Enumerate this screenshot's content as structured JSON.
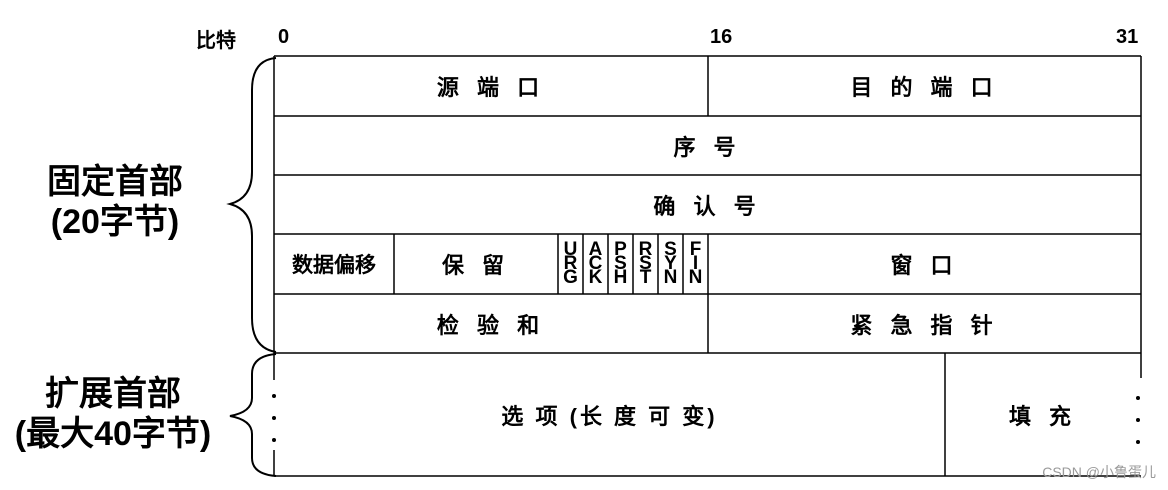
{
  "header": {
    "bit_label": "比特",
    "bit_0": "0",
    "bit_16": "16",
    "bit_31": "31"
  },
  "sections": {
    "fixed_line1": "固定首部",
    "fixed_line2": "(20字节)",
    "ext_line1": "扩展首部",
    "ext_line2": "(最大40字节)"
  },
  "fields": {
    "src_port": "源 端 口",
    "dst_port": "目 的 端 口",
    "seq": "序 号",
    "ack_num": "确 认 号",
    "data_offset": "数据偏移",
    "reserved": "保 留",
    "window": "窗 口",
    "checksum": "检 验 和",
    "urgent_ptr": "紧 急 指 针",
    "options": "选 项 (长 度 可 变)",
    "padding": "填 充"
  },
  "flags": [
    [
      "U",
      "R",
      "G"
    ],
    [
      "A",
      "C",
      "K"
    ],
    [
      "P",
      "S",
      "H"
    ],
    [
      "R",
      "S",
      "T"
    ],
    [
      "S",
      "Y",
      "N"
    ],
    [
      "F",
      "I",
      "N"
    ]
  ],
  "watermark": "CSDN @小鲁蛋儿"
}
